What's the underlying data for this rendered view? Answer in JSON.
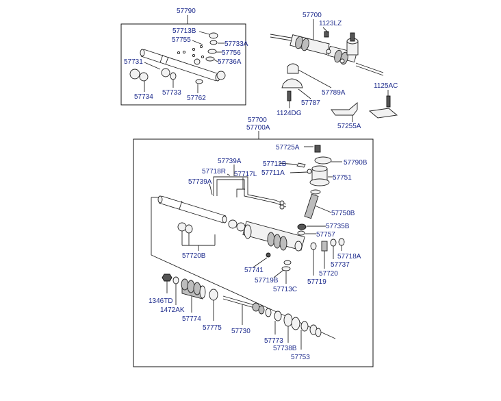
{
  "diagram": {
    "group_labels": {
      "kit_box": "57790",
      "assembly_top": "57700",
      "main_box_a": "57700",
      "main_box_b": "57700A"
    },
    "kit_parts": {
      "p57713B": "57713B",
      "p57755": "57755",
      "p57733A": "57733A",
      "p57756": "57756",
      "p57736A": "57736A",
      "p57731": "57731",
      "p57734": "57734",
      "p57733": "57733",
      "p57762": "57762"
    },
    "upper_parts": {
      "p1123LZ": "1123LZ",
      "p57789A": "57789A",
      "p57787": "57787",
      "p1124DG": "1124DG",
      "p1125AC": "1125AC",
      "p57255A": "57255A"
    },
    "main_parts": {
      "p57725A": "57725A",
      "p57790B": "57790B",
      "p57739A_top": "57739A",
      "p57718R": "57718R",
      "p57712B": "57712B",
      "p57711A": "57711A",
      "p57717L": "57717L",
      "p57739A_left": "57739A",
      "p57751": "57751",
      "p57750B": "57750B",
      "p57735B": "57735B",
      "p57757": "57757",
      "p57720B": "57720B",
      "p57741": "57741",
      "p57719B": "57719B",
      "p57713C": "57713C",
      "p57719": "57719",
      "p57720": "57720",
      "p57737": "57737",
      "p57718A": "57718A",
      "p1346TD": "1346TD",
      "p1472AK": "1472AK",
      "p57774": "57774",
      "p57775": "57775",
      "p57730": "57730",
      "p57773": "57773",
      "p57738B": "57738B",
      "p57753": "57753"
    }
  }
}
